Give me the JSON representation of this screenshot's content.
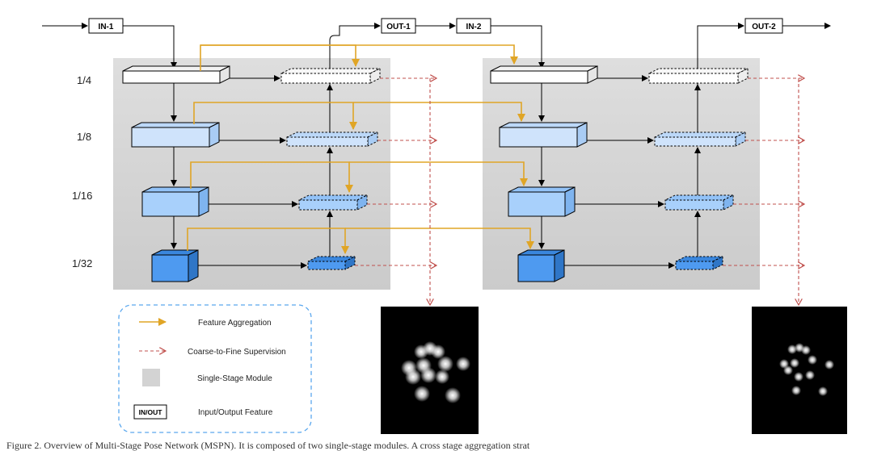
{
  "io": {
    "in1": "IN-1",
    "out1": "OUT-1",
    "in2": "IN-2",
    "out2": "OUT-2"
  },
  "scales": [
    "1/4",
    "1/8",
    "1/16",
    "1/32"
  ],
  "legend": {
    "feature_aggregation": "Feature Aggregation",
    "supervision": "Coarse-to-Fine Supervision",
    "single_stage": "Single-Stage Module",
    "io_feature": "Input/Output Feature",
    "io_box": "IN/OUT"
  },
  "caption": "Figure 2. Overview of Multi-Stage Pose Network (MSPN). It is composed of two single-stage modules. A cross stage aggregation strat",
  "colors": {
    "aggregation": "#e0a526",
    "supervision": "#c0504d",
    "module_bg": "#d3d3d3",
    "level_1_4": "#ffffff",
    "level_1_8": "#cfe3fb",
    "level_1_16": "#a8d0fb",
    "level_1_32": "#4e9af0"
  }
}
